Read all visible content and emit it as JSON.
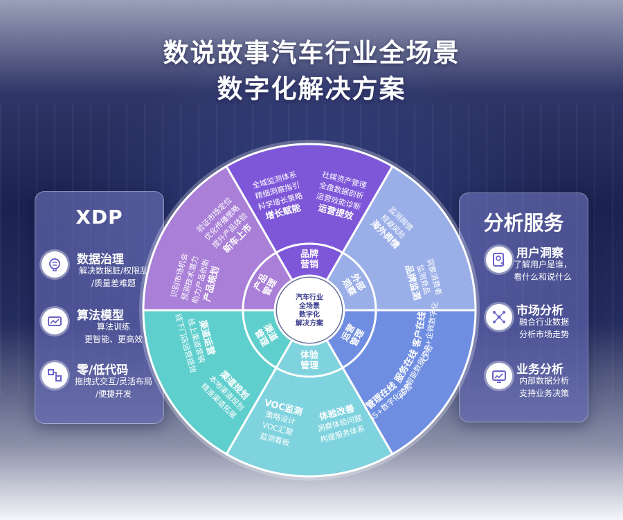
{
  "title": {
    "line1": "数说故事汽车行业全场景",
    "line2": "数字化解决方案"
  },
  "left_panel": {
    "title": "XDP",
    "items": [
      {
        "title": "数据治理",
        "desc": [
          "解决数据脏/权限乱",
          "/质量差难题"
        ],
        "icon": "brain-icon"
      },
      {
        "title": "算法模型",
        "desc": [
          "算法训练",
          "更智能、更高效"
        ],
        "icon": "algorithm-icon"
      },
      {
        "title": "零/低代码",
        "desc": [
          "拖拽式交互/灵活布局",
          "/便捷开发"
        ],
        "icon": "code-block-icon"
      }
    ]
  },
  "right_panel": {
    "title": "分析服务",
    "items": [
      {
        "title": "用户洞察",
        "desc": [
          "了解用户是谁，",
          "看什么和说什么"
        ],
        "icon": "user-insight-icon"
      },
      {
        "title": "市场分析",
        "desc": [
          "融合行业数据",
          "分析市场走势"
        ],
        "icon": "market-network-icon"
      },
      {
        "title": "业务分析",
        "desc": [
          "内部数据分析",
          "支持业务决策"
        ],
        "icon": "business-chart-icon"
      }
    ]
  },
  "colors": {
    "brand": "#7e57d9",
    "outside": "#9aaee8",
    "ops": "#6f8ee2",
    "experience": "#7fd3de",
    "channel": "#5fcfcd",
    "product": "#a97fd8"
  },
  "wheel": {
    "center": [
      "汽车行业",
      "全场景",
      "数字化",
      "解决方案"
    ],
    "sectors": [
      {
        "key": "brand",
        "inner_label": [
          "品牌",
          "营销"
        ],
        "outer": [
          {
            "title": "增长赋能",
            "lines": [
              "全域监测体系",
              "精细洞察指引",
              "科学增长策略"
            ]
          },
          {
            "title": "运营提效",
            "lines": [
              "社媒资产管理",
              "全盘数据剖析",
              "运营效能诊断"
            ]
          }
        ]
      },
      {
        "key": "outside",
        "inner_label": [
          "外部",
          "观察"
        ],
        "outer": [
          {
            "title": "海外舆情",
            "lines": [
              "监测舆情",
              "规避风险"
            ]
          },
          {
            "title": "品牌监测",
            "lines": [
              "洞察消费者",
              "监测竞品"
            ]
          }
        ]
      },
      {
        "key": "ops",
        "inner_label": [
          "运营",
          "管理"
        ],
        "outer": [
          {
            "title": "客户在线",
            "lines": [
              "CDP+企微数字化"
            ]
          },
          {
            "title": "服务在线",
            "lines": [
              "ADP智能数据平台"
            ]
          },
          {
            "title": "管理在线",
            "lines": [
              "DSS+数字化运营"
            ]
          }
        ]
      },
      {
        "key": "experience",
        "inner_label": [
          "体验",
          "管理"
        ],
        "outer": [
          {
            "title": "体验改善",
            "lines": [
              "洞察体验问题",
              "构建服务体系"
            ]
          },
          {
            "title": "VOC监测",
            "lines": [
              "策略设计",
              "VOC汇聚",
              "监测看板"
            ]
          }
        ]
      },
      {
        "key": "channel",
        "inner_label": [
          "渠道",
          "管理"
        ],
        "outer": [
          {
            "title": "渠道规划",
            "lines": [
              "本地渠道规划",
              "精准渠道拓展"
            ]
          },
          {
            "title": "渠道运营",
            "lines": [
              "线上渠道营销",
              "线下门店运营提效"
            ]
          }
        ]
      },
      {
        "key": "product",
        "inner_label": [
          "产品",
          "管理"
        ],
        "outer": [
          {
            "title": "产品规划",
            "lines": [
              "识别市场机会",
              "预测技术潜力",
              "助力产品创新"
            ]
          },
          {
            "title": "新车上市",
            "lines": [
              "验证市场定位",
              "优化传播策略",
              "提升产品体验"
            ]
          }
        ]
      }
    ]
  }
}
